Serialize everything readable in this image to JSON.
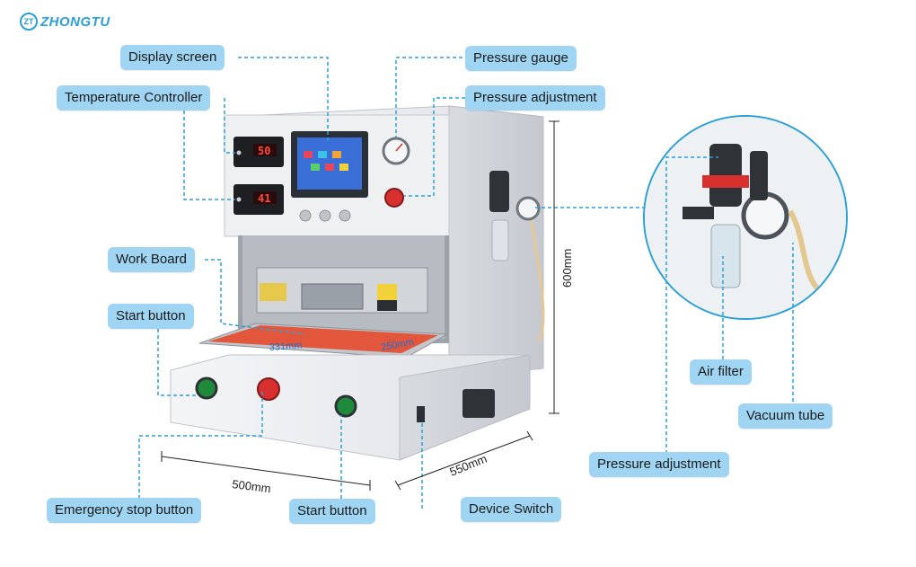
{
  "brand": {
    "logo_mark": "ZT",
    "name": "ZHONGTU"
  },
  "colors": {
    "label_bg": "#9fd5f3",
    "leader_line": "#2a9fd8",
    "brand": "#2a9fd8",
    "machine_body": "#e9ebee"
  },
  "labels": {
    "display_screen": "Display screen",
    "temperature_controller": "Temperature Controller",
    "work_board": "Work Board",
    "start_button_top": "Start button",
    "emergency_stop": "Emergency stop button",
    "start_button_bottom": "Start button",
    "device_switch": "Device Switch",
    "pressure_gauge": "Pressure gauge",
    "pressure_adjustment_top": "Pressure adjustment",
    "air_filter": "Air filter",
    "vacuum_tube": "Vacuum tube",
    "pressure_adjustment_bottom": "Pressure adjustment"
  },
  "dimensions": {
    "width": "500mm",
    "depth": "550mm",
    "height": "600mm",
    "board_length": "331mm",
    "board_width": "250mm"
  },
  "controller_readouts": {
    "upper": "50",
    "lower": "41"
  }
}
